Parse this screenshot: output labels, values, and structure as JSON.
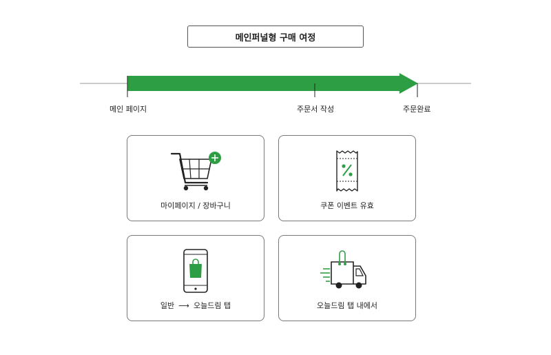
{
  "title": "메인퍼널형 구매 여정",
  "colors": {
    "accent": "#2e9e45",
    "line": "#999999",
    "stroke": "#222222"
  },
  "stages": [
    {
      "label": "메인 페이지"
    },
    {
      "label": "주문서 작성"
    },
    {
      "label": "주문완료"
    }
  ],
  "cards": [
    {
      "icon": "shopping-cart-plus-icon",
      "caption": "마이페이지 / 장바구니"
    },
    {
      "icon": "coupon-receipt-icon",
      "caption": "쿠폰 이벤트 유효"
    },
    {
      "icon": "smartphone-bag-icon",
      "caption_from": "일반",
      "caption_arrow": "⟶",
      "caption_to": "오늘드림 탭"
    },
    {
      "icon": "delivery-truck-icon",
      "caption": "오늘드림 탭 내에서"
    }
  ]
}
